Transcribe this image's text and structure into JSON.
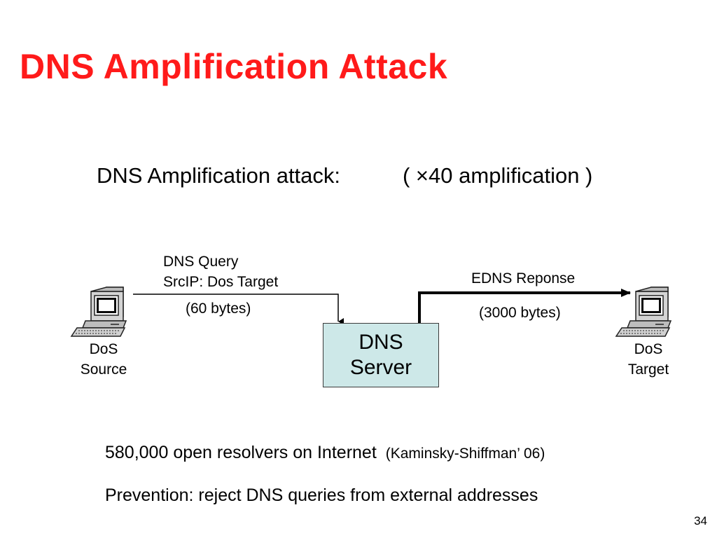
{
  "slide": {
    "title": "DNS Amplification Attack",
    "subtitle_left": "DNS Amplification attack:",
    "subtitle_right": "( ×40  amplification )",
    "page_number": "34"
  },
  "diagram": {
    "source": {
      "line1": "DoS",
      "line2": "Source"
    },
    "target": {
      "line1": "DoS",
      "line2": "Target"
    },
    "server": {
      "line1": "DNS",
      "line2": "Server"
    },
    "query": {
      "line1": "DNS Query",
      "line2": "SrcIP:  Dos Target",
      "size": "(60 bytes)"
    },
    "response": {
      "line1": "EDNS Reponse",
      "size": "(3000 bytes)"
    },
    "colors": {
      "server_fill": "#cde8e8",
      "title": "#ff1a1a"
    }
  },
  "notes": {
    "line1_main": "580,000 open resolvers on Internet",
    "line1_cite": "(Kaminsky-Shiffman’ 06)",
    "line2": "Prevention: reject DNS queries from external addresses"
  }
}
